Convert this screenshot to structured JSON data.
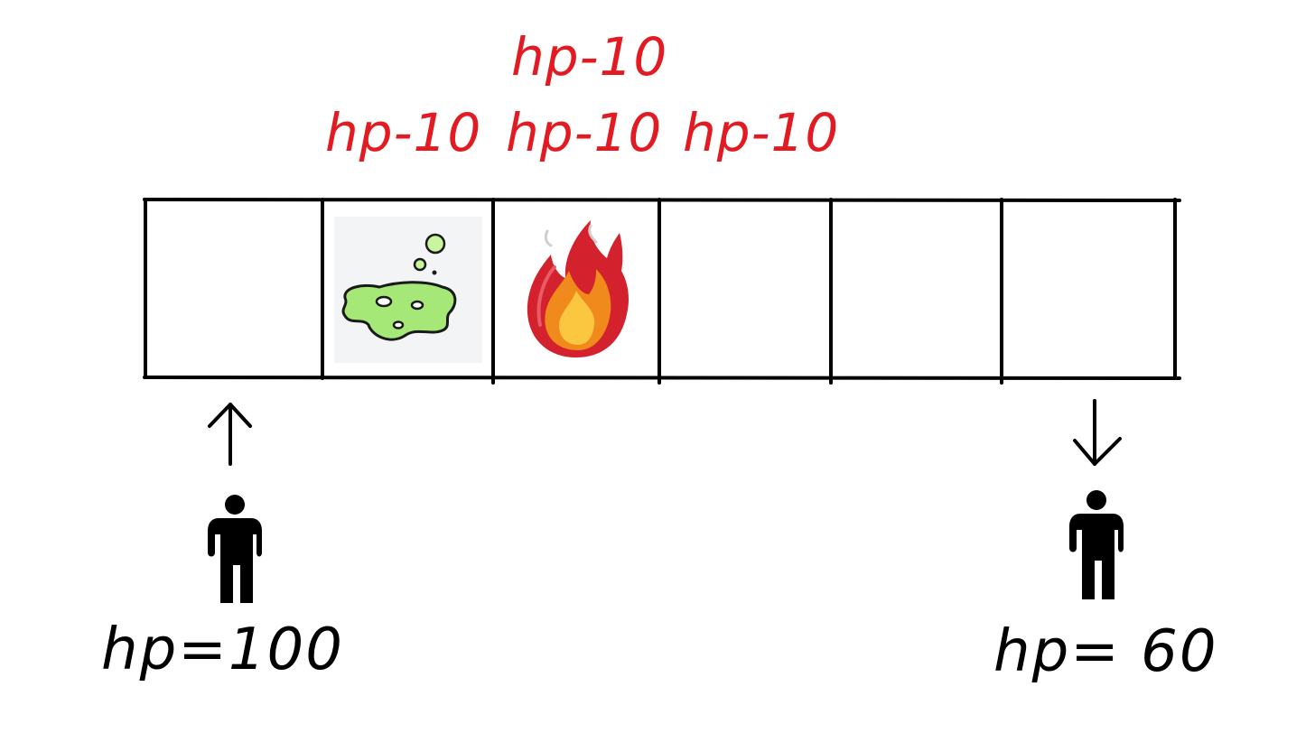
{
  "hazards": {
    "damage_stack_top": "hp-10",
    "damage_labels": [
      "hp-10",
      "hp-10",
      "hp-10"
    ]
  },
  "grid": {
    "cells": 6,
    "contents": [
      "empty",
      "poison-puddle-icon",
      "fire-icon",
      "empty",
      "empty",
      "empty"
    ]
  },
  "players": {
    "start": {
      "hp_text": "hp=100",
      "arrow": "up"
    },
    "end": {
      "hp_text": "hp= 60",
      "arrow": "down"
    }
  },
  "colors": {
    "damage": "#e21b22",
    "poison": "#a5e878",
    "poison_outline": "#1a1a1a",
    "fire_outer": "#d3212d",
    "fire_inner": "#f08a1c",
    "fire_core": "#fbc640"
  }
}
